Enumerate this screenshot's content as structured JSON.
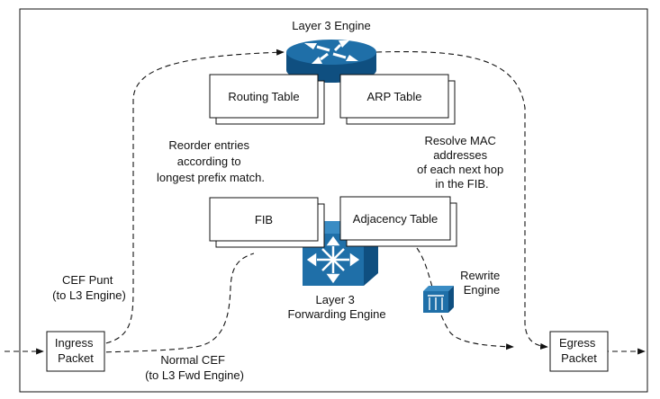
{
  "diagram": {
    "layer3_engine_label": "Layer 3 Engine",
    "routing_table_label": "Routing Table",
    "arp_table_label": "ARP Table",
    "fib_label": "FIB",
    "adjacency_table_label": "Adjacency Table",
    "forwarding_engine_label": [
      "Layer 3",
      "Forwarding Engine"
    ],
    "reorder_note": [
      "Reorder entries",
      "according to",
      "longest prefix match."
    ],
    "resolve_note": [
      "Resolve MAC",
      "addresses",
      "of each next hop",
      "in the FIB."
    ],
    "cef_punt_label": [
      "CEF Punt",
      "(to L3 Engine)"
    ],
    "normal_cef_label": [
      "Normal CEF",
      "(to L3 Fwd Engine)"
    ],
    "rewrite_engine_label": [
      "Rewrite",
      "Engine"
    ],
    "ingress_label": [
      "Ingress",
      "Packet"
    ],
    "egress_label": [
      "Egress",
      "Packet"
    ]
  },
  "colors": {
    "device_blue": "#1f6fa8",
    "device_dark": "#0f4f80",
    "line": "#111111"
  },
  "icons": [
    "router-icon",
    "multilayer-switch-icon",
    "rewrite-engine-icon",
    "arrowhead-icon"
  ]
}
